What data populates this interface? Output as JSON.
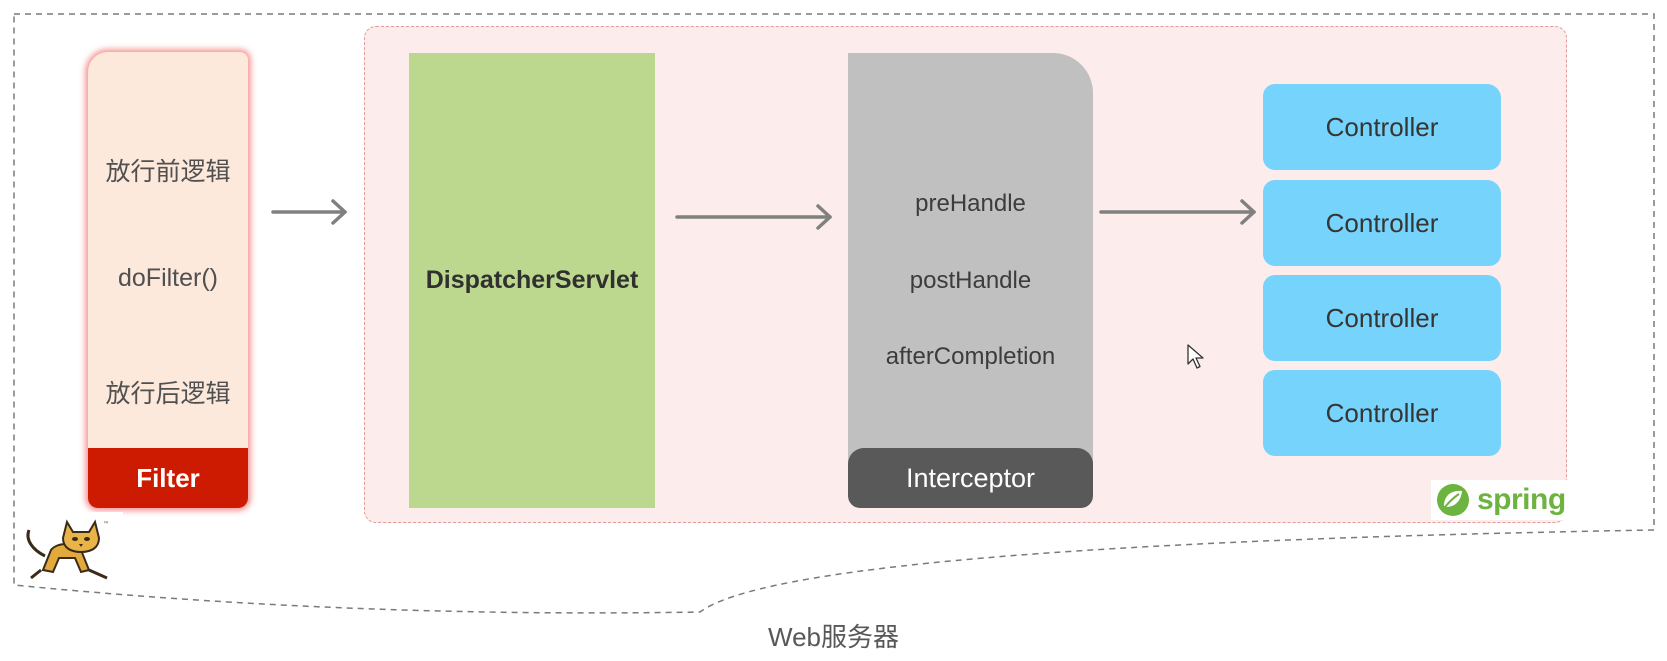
{
  "filter": {
    "lines": [
      "放行前逻辑",
      "doFilter()",
      "放行后逻辑"
    ],
    "label": "Filter"
  },
  "dispatcher": {
    "label": "DispatcherServlet"
  },
  "interceptor": {
    "lines": [
      "preHandle",
      "postHandle",
      "afterCompletion"
    ],
    "label": "Interceptor"
  },
  "controllers": [
    "Controller",
    "Controller",
    "Controller",
    "Controller"
  ],
  "spring_logo": {
    "text": "spring"
  },
  "server_label": "Web服务器",
  "icons": {
    "tomcat": "tomcat-logo-icon",
    "spring": "spring-leaf-icon",
    "cursor": "mouse-pointer-icon",
    "arrow": "right-arrow-icon"
  },
  "colors": {
    "filter_bg": "#fde8dc",
    "filter_label_bg": "#cc1b00",
    "dispatcher_bg": "#bcd78e",
    "interceptor_bg": "#c0c0c0",
    "interceptor_label_bg": "#595959",
    "controller_bg": "#76d3fb",
    "spring_container_bg": "#fdecec",
    "spring_green": "#6db33f",
    "arrow": "#808080"
  }
}
